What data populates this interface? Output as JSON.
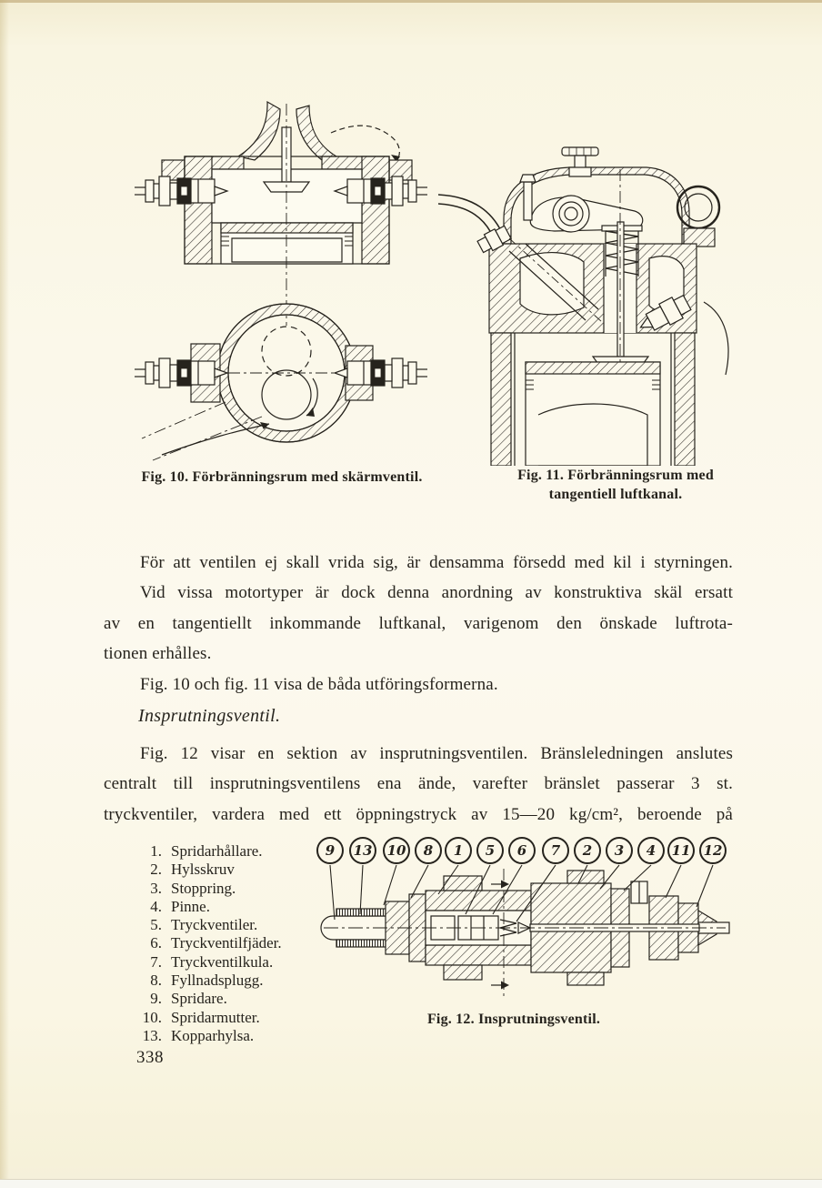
{
  "page_number": "338",
  "figure10": {
    "caption": "Fig. 10. Förbränningsrum med skärmventil."
  },
  "figure11": {
    "caption_line1": "Fig. 11. Förbränningsrum med",
    "caption_line2": "tangentiell luftkanal."
  },
  "body": {
    "para1_line1": "För att ventilen ej skall vrida sig, är densamma försedd med kil i styrningen.",
    "para1_line2": "Vid vissa motortyper är dock denna anordning av konstruktiva skäl ersatt",
    "para1_line3": "av en tangentiellt inkommande luftkanal, varigenom den önskade luftrota-",
    "para1_line4": "tionen erhålles.",
    "para1_line5": "Fig. 10 och fig. 11 visa de båda utföringsformerna.",
    "section_heading": "Insprutningsventil.",
    "para2_line1": "Fig. 12 visar en sektion av insprutningsventilen. Bränsleledningen anslutes",
    "para2_line2": "centralt till insprutningsventilens ena ände, varefter bränslet passerar 3 st.",
    "para2_line3": "tryckventiler, vardera med ett öppningstryck av 15—20 kg/cm², beroende på"
  },
  "parts_list": [
    {
      "num": "1.",
      "label": "Spridarhållare."
    },
    {
      "num": "2.",
      "label": "Hylsskruv"
    },
    {
      "num": "3.",
      "label": "Stoppring."
    },
    {
      "num": "4.",
      "label": "Pinne."
    },
    {
      "num": "5.",
      "label": "Tryckventiler."
    },
    {
      "num": "6.",
      "label": "Tryckventilfjäder."
    },
    {
      "num": "7.",
      "label": "Tryckventilkula."
    },
    {
      "num": "8.",
      "label": "Fyllnadsplugg."
    },
    {
      "num": "9.",
      "label": "Spridare."
    },
    {
      "num": "10.",
      "label": "Spridarmutter."
    },
    {
      "num": "13.",
      "label": "Kopparhylsa."
    }
  ],
  "figure12": {
    "caption": "Fig. 12. Insprutningsventil.",
    "callouts": [
      "9",
      "13",
      "10",
      "8",
      "1",
      "5",
      "6",
      "7",
      "2",
      "3",
      "4",
      "11",
      "12"
    ]
  },
  "colors": {
    "paper": "#fbf8ea",
    "ink": "#26231d"
  }
}
